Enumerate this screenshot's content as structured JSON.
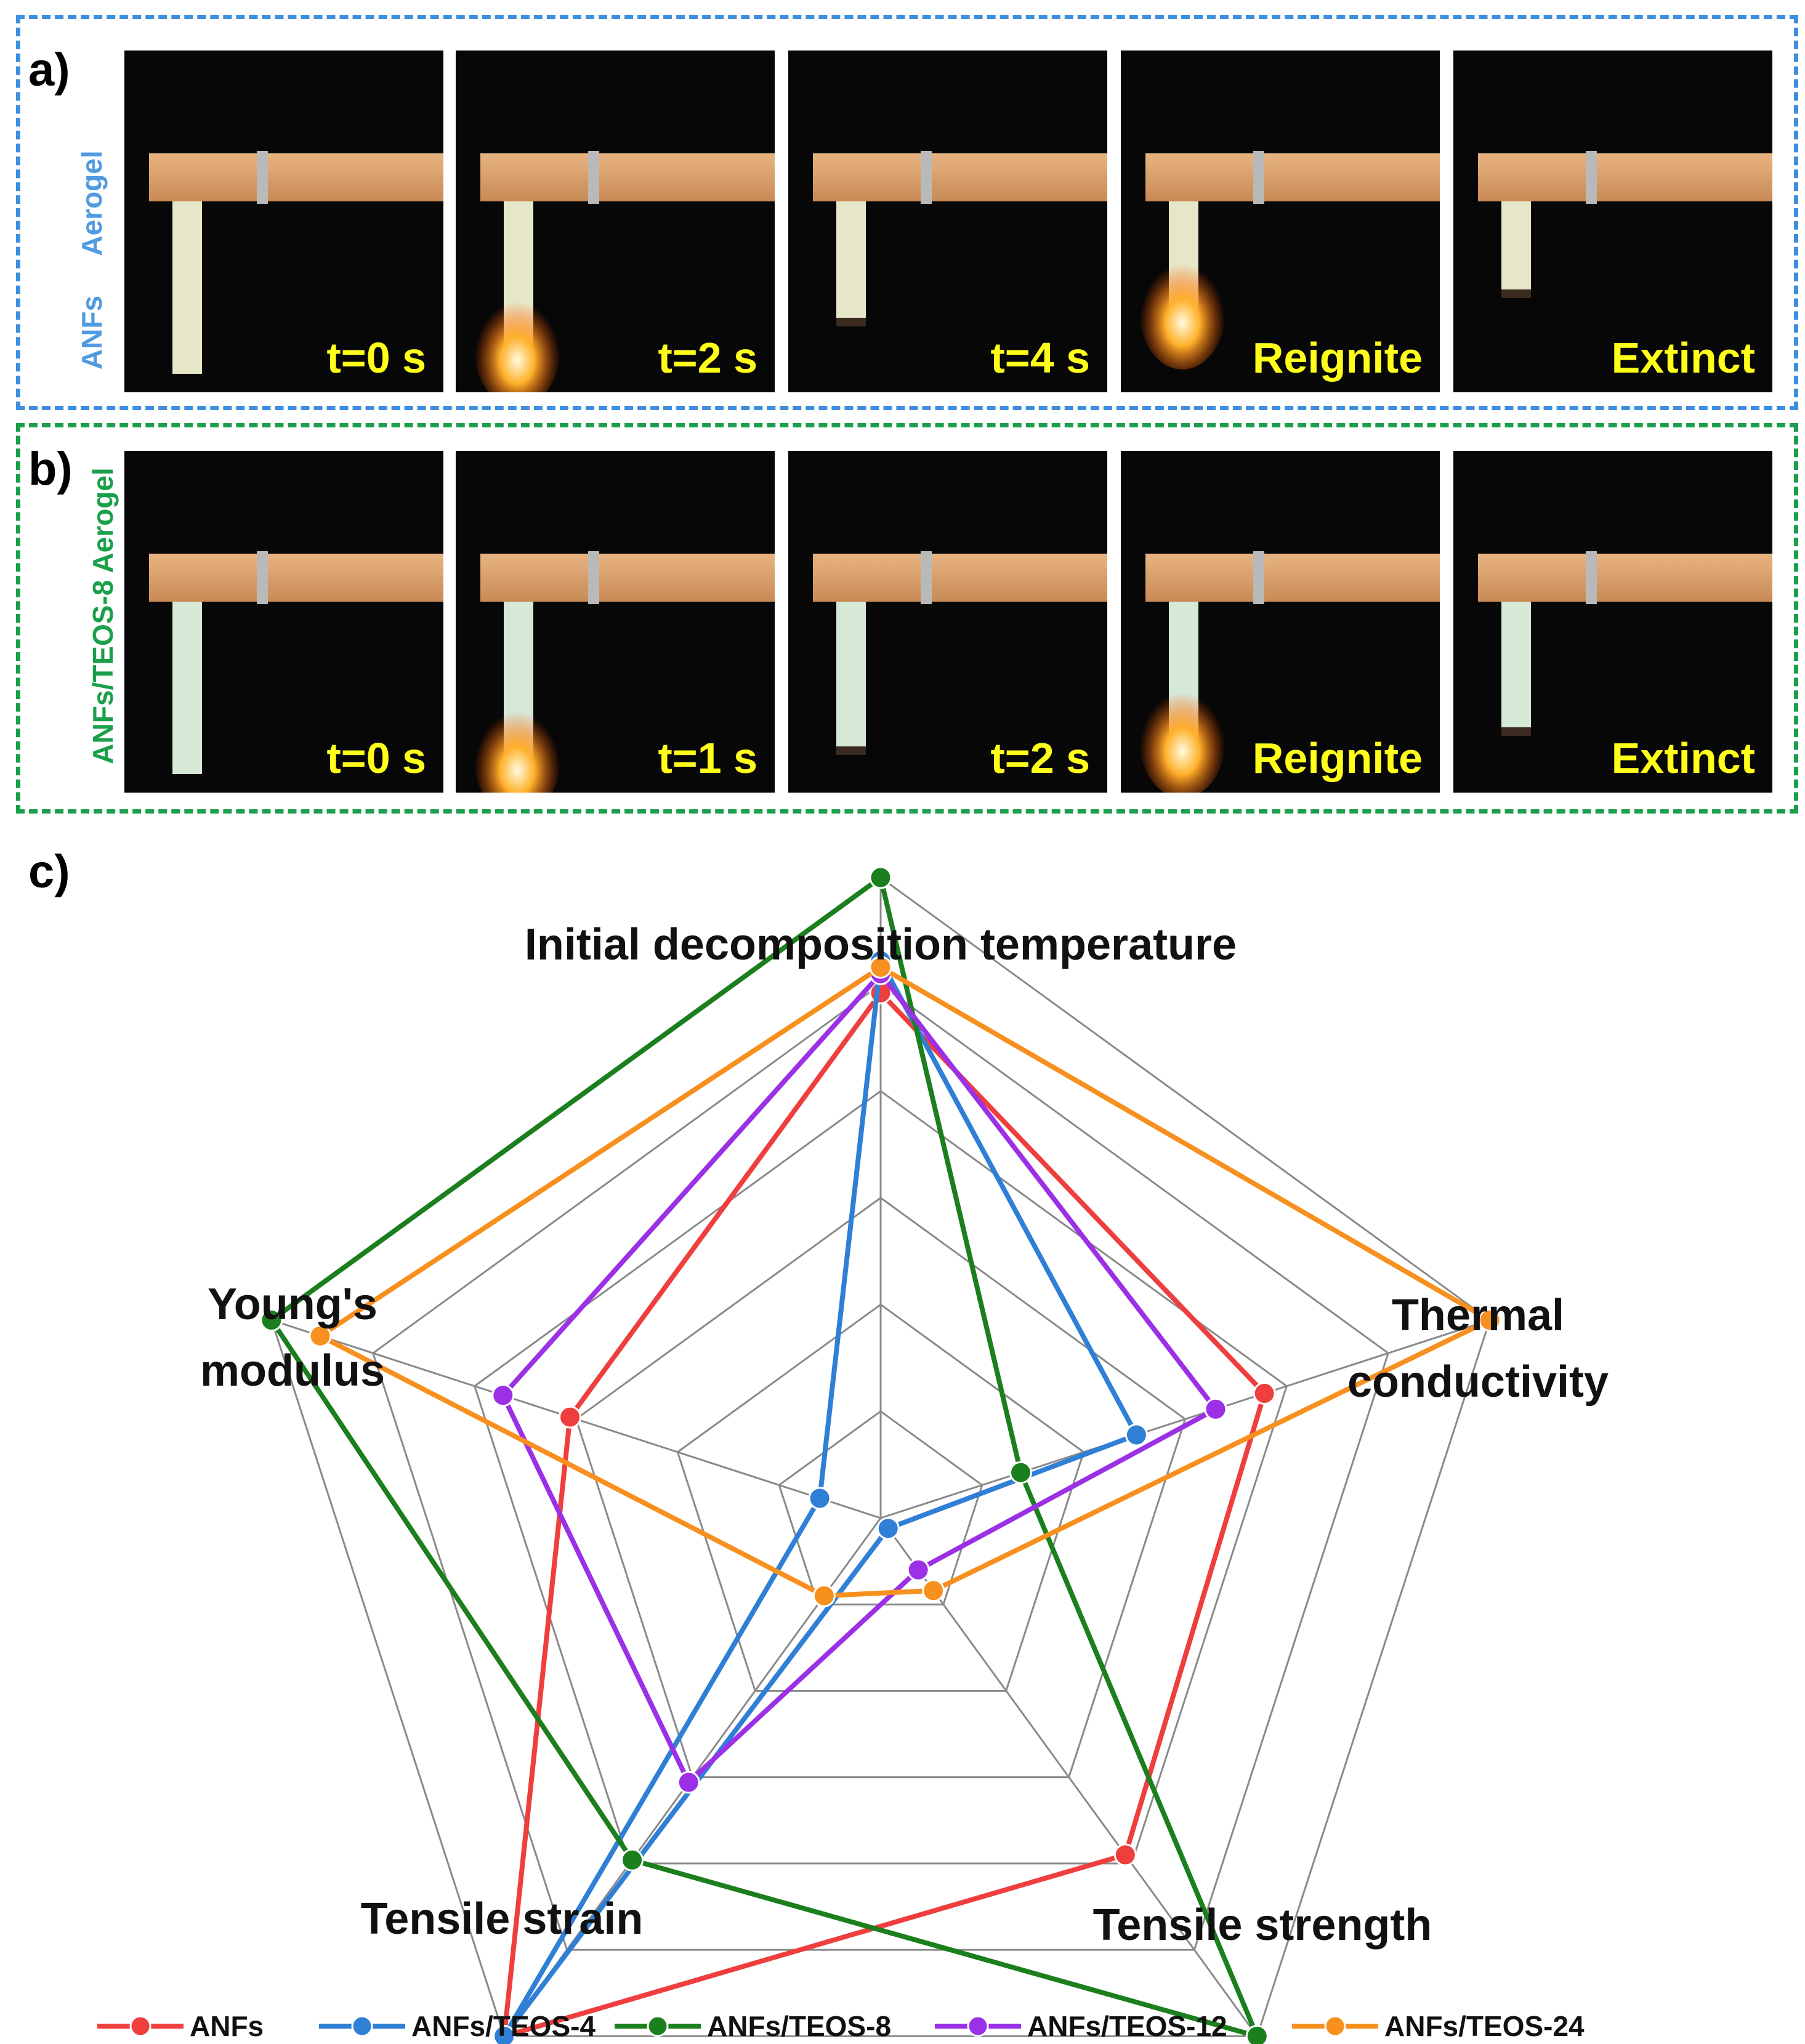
{
  "panel_a": {
    "label": "a)",
    "side_label_1": "Aerogel",
    "side_label_2": "ANFs",
    "side_color": "#4f9ae0",
    "frames": [
      {
        "caption": "t=0 s",
        "flame": 0,
        "burnt": 0
      },
      {
        "caption": "t=2 s",
        "flame": 1,
        "burnt": 0.2
      },
      {
        "caption": "t=4 s",
        "flame": 0,
        "burnt": 0.5
      },
      {
        "caption": "Reignite",
        "flame": 1,
        "burnt": 0.6
      },
      {
        "caption": "Extinct",
        "flame": 0,
        "burnt": 0.8
      }
    ]
  },
  "panel_b": {
    "label": "b)",
    "side_label": "ANFs/TEOS-8 Aerogel",
    "side_color": "#1aa04a",
    "frames": [
      {
        "caption": "t=0 s",
        "flame": 0,
        "burnt": 0
      },
      {
        "caption": "t=1 s",
        "flame": 1,
        "burnt": 0.1
      },
      {
        "caption": "t=2 s",
        "flame": 0,
        "burnt": 0.2
      },
      {
        "caption": "Reignite",
        "flame": 1,
        "burnt": 0.3
      },
      {
        "caption": "Extinct",
        "flame": 0,
        "burnt": 0.4
      }
    ]
  },
  "panel_c": {
    "label": "c)"
  },
  "chart_data": {
    "type": "radar",
    "axes": [
      {
        "name": "Initial decomposition temperature",
        "lines": [
          "Initial decomposition temperature"
        ]
      },
      {
        "name": "Thermal conductivity",
        "lines": [
          "Thermal",
          "conductivity"
        ]
      },
      {
        "name": "Tensile strength",
        "lines": [
          "Tensile strength"
        ]
      },
      {
        "name": "Tensile strain",
        "lines": [
          "Tensile strain"
        ]
      },
      {
        "name": "Young's modulus",
        "lines": [
          "Young's",
          "modulus"
        ]
      }
    ],
    "rings": 6,
    "range": [
      0,
      1
    ],
    "grid": true,
    "legend_position": "bottom",
    "series": [
      {
        "name": "ANFs",
        "color": "#ef3e3e",
        "values": [
          0.82,
          0.63,
          0.65,
          1.0,
          0.51
        ]
      },
      {
        "name": "ANFs/TEOS-4",
        "color": "#2f7fd6",
        "values": [
          0.87,
          0.42,
          0.02,
          1.0,
          0.1
        ]
      },
      {
        "name": "ANFs/TEOS-8",
        "color": "#1b7f1e",
        "values": [
          1.0,
          0.23,
          1.0,
          0.66,
          1.0
        ]
      },
      {
        "name": "ANFs/TEOS-12",
        "color": "#9b30e6",
        "values": [
          0.85,
          0.55,
          0.1,
          0.51,
          0.62
        ]
      },
      {
        "name": "ANFs/TEOS-24",
        "color": "#f7901e",
        "values": [
          0.86,
          1.0,
          0.14,
          0.15,
          0.92
        ]
      }
    ]
  }
}
